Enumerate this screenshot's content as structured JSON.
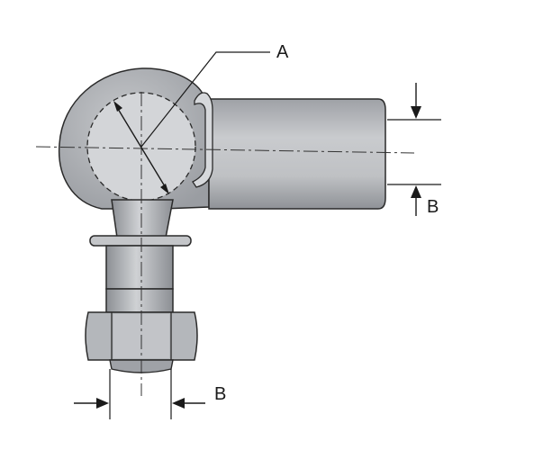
{
  "diagram": {
    "labels": {
      "diameter": "A",
      "side_width": "B",
      "stud_width": "B"
    },
    "colors": {
      "body": "#b9bcc0",
      "body_dark": "#8e9196",
      "body_light": "#d6d8db",
      "ball": "#d3d5d8",
      "outline": "#2a2a2a",
      "background": "#ffffff"
    }
  }
}
